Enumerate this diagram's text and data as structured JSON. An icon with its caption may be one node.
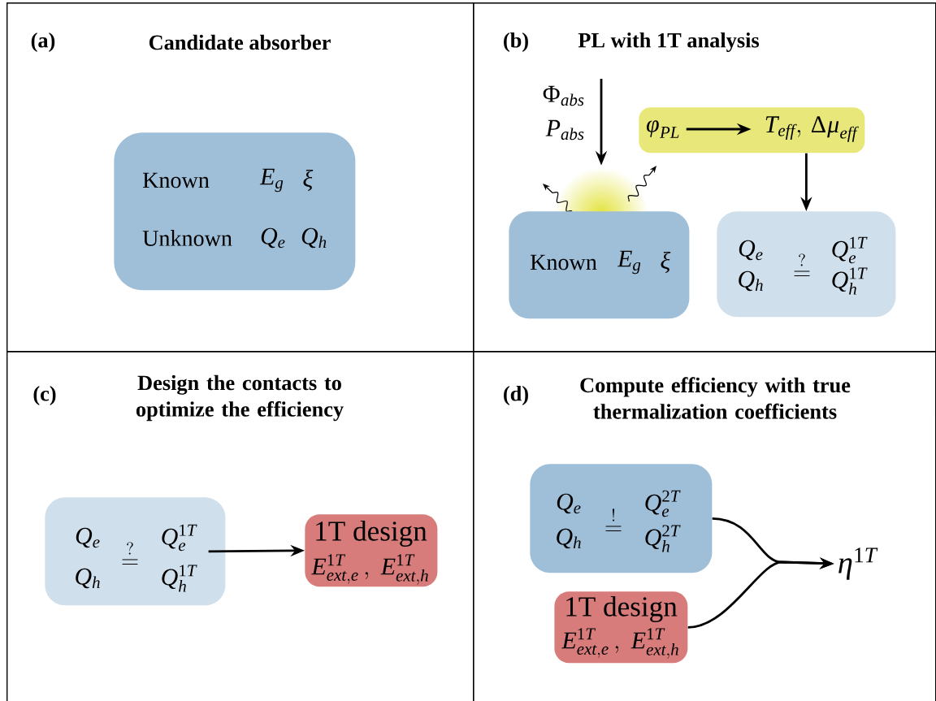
{
  "diagram": {
    "nodes": [
      {
        "text": [
          "(a)",
          "Candidate absorber"
        ]
      },
      {
        "text": [
          "Known",
          "E_g",
          "\\xi",
          "Unknown",
          "Q_e",
          "Q_h"
        ],
        "in": 0
      },
      {
        "text": [
          "(b)",
          "PL with 1T analysis"
        ]
      },
      {
        "text": [],
        "shape": "box",
        "in": 2
      },
      {
        "text": [
          "\\phi_{PL}"
        ],
        "in": 3
      },
      {
        "text": [
          "T_{eff},\\, \\Delta\\mu_{eff}"
        ],
        "in": 3
      },
      {
        "text": [],
        "shape": "picture",
        "in": 2
      },
      {
        "text": [
          "Known",
          "E_g",
          "\\xi"
        ],
        "in": 2
      },
      {
        "text": [
          "Q_e",
          "Q_h",
          "\\overset{?}{=}",
          "Q_e^{1T}",
          "Q_h^{1T}"
        ],
        "in": 2
      },
      {
        "text": [
          "(c)",
          "Design the contacts to optimize the efficiency"
        ]
      },
      {
        "text": [
          "Q_e",
          "Q_h",
          "\\overset{?}{=}",
          "Q_e^{1T}",
          "Q_h^{1T}"
        ],
        "in": 9
      },
      {
        "text": [
          "1T design",
          "E_{ext,e}^{1T}\\,,\\; E_{ext,h}^{1T}"
        ],
        "in": 9
      },
      {
        "text": [
          "(d)",
          "Compute efficiency with true thermalization coefficients"
        ]
      },
      {
        "text": [
          "Q_e",
          "Q_h",
          "\\overset{!}{=}",
          "Q_e^{2T}",
          "Q_h^{2T}"
        ],
        "in": 12
      },
      {
        "text": [
          "1T design",
          "E_{ext,e}^{1T}\\,,\\; E_{ext,h}^{1T}"
        ],
        "in": 12
      },
      {
        "text": [
          "\\eta^{1T}"
        ],
        "in": 12
      }
    ],
    "edges": [
      {
        "from": null,
        "to": 6,
        "arrow": "to"
      },
      {
        "from": 4,
        "to": 5,
        "arrow": "to"
      },
      {
        "from": 3,
        "to": 8,
        "arrow": "to"
      },
      {
        "from": 10,
        "to": 11,
        "arrow": "to"
      },
      {
        "from": 13,
        "to": 15,
        "arrow": "to"
      },
      {
        "from": 14,
        "to": 15,
        "arrow": "to"
      }
    ],
    "labels": [
      "\\Phi_{abs}",
      "P_{abs}"
    ]
  }
}
